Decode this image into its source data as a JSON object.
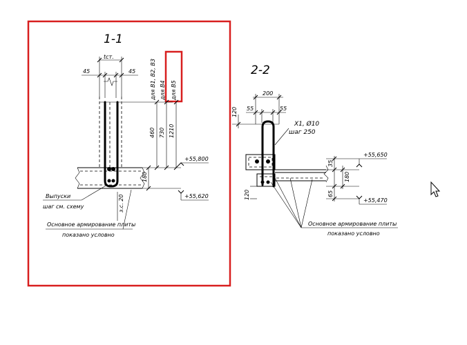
{
  "colors": {
    "highlight": "#d81e1e",
    "ink": "#000000",
    "background": "#ffffff"
  },
  "icons": {
    "cursor": "mouse-cursor-icon"
  },
  "section1": {
    "title": "1-1",
    "dim_tcm": "tст.",
    "dim_left": "45",
    "dim_right": "45",
    "label_b1": "для В1, В2, В3",
    "label_b4": "для В4",
    "label_b5": "для В5",
    "dim_460": "460",
    "dim_730": "730",
    "dim_1210": "1210",
    "dim_180": "180",
    "dim_cover": "з.с. 20",
    "elev_top": "+55,800",
    "elev_bottom": "+55,620",
    "outlet_1": "Выпуски",
    "outlet_2": "шаг см. схему",
    "note_1": "Основное армирование плиты",
    "note_2": "показано условно"
  },
  "section2": {
    "title": "2-2",
    "dim_200": "200",
    "dim_55a": "55",
    "dim_55b": "55",
    "dim_120a": "120",
    "dim_120b": "120",
    "rebar_1": "X1, Ø10",
    "rebar_2": "шаг 250",
    "dim_35": "35",
    "dim_180": "180",
    "dim_65": "65",
    "elev_top": "+55,650",
    "elev_bottom": "+55,470",
    "note_1": "Основное армирование плиты",
    "note_2": "показано условно"
  }
}
